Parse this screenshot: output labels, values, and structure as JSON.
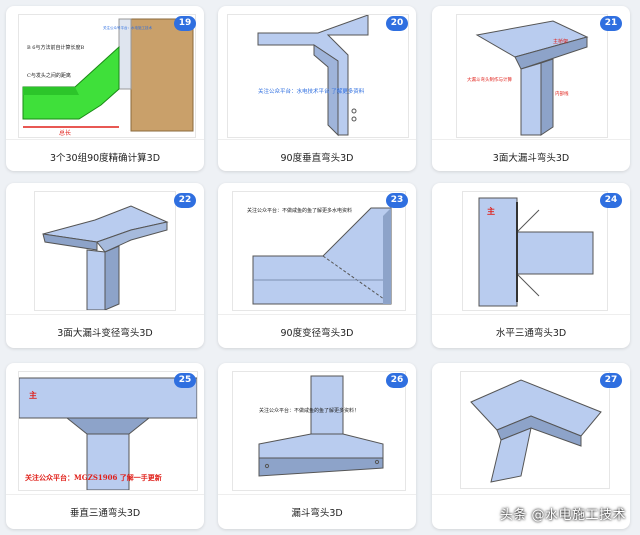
{
  "cards": [
    {
      "badge": "19",
      "title": "3个30组90度精确计算3D",
      "notes": [
        "B 6与方法前自计算长度B",
        "C与发头之间的距离"
      ],
      "wm": "关注公众号平台：水电施工技术",
      "dim": "总长"
    },
    {
      "badge": "20",
      "title": "90度垂直弯头3D",
      "notes": [
        "关注公众平台：水电技术平台 了解更多资料"
      ]
    },
    {
      "badge": "21",
      "title": "3面大漏斗弯头3D",
      "notes": [
        "主桥架",
        "大漏斗弯头制作与计算",
        "内部线"
      ]
    },
    {
      "badge": "22",
      "title": "3面大漏斗变径弯头3D",
      "notes": []
    },
    {
      "badge": "23",
      "title": "90度变径弯头3D",
      "notes": [
        "关注公众平台：不做咸鱼的鱼了解更多水电资料"
      ]
    },
    {
      "badge": "24",
      "title": "水平三通弯头3D",
      "notes": [
        "主"
      ]
    },
    {
      "badge": "25",
      "title": "垂直三通弯头3D",
      "notes": [
        "主",
        "关注公众平台：MGZS1906 了解一手更新"
      ]
    },
    {
      "badge": "26",
      "title": "漏斗弯头3D",
      "notes": [
        "关注公众平台：不做咸鱼的鱼了解更多资料！"
      ]
    },
    {
      "badge": "27",
      "title": "",
      "notes": []
    }
  ],
  "watermark": "头条 @水电施工技术",
  "colors": {
    "accent": "#2f6fe0",
    "tray": "#b9ccef",
    "tray_dark": "#8da3c9",
    "green": "#3fe03a",
    "wood": "#c9a06a",
    "red": "#e0201a"
  }
}
